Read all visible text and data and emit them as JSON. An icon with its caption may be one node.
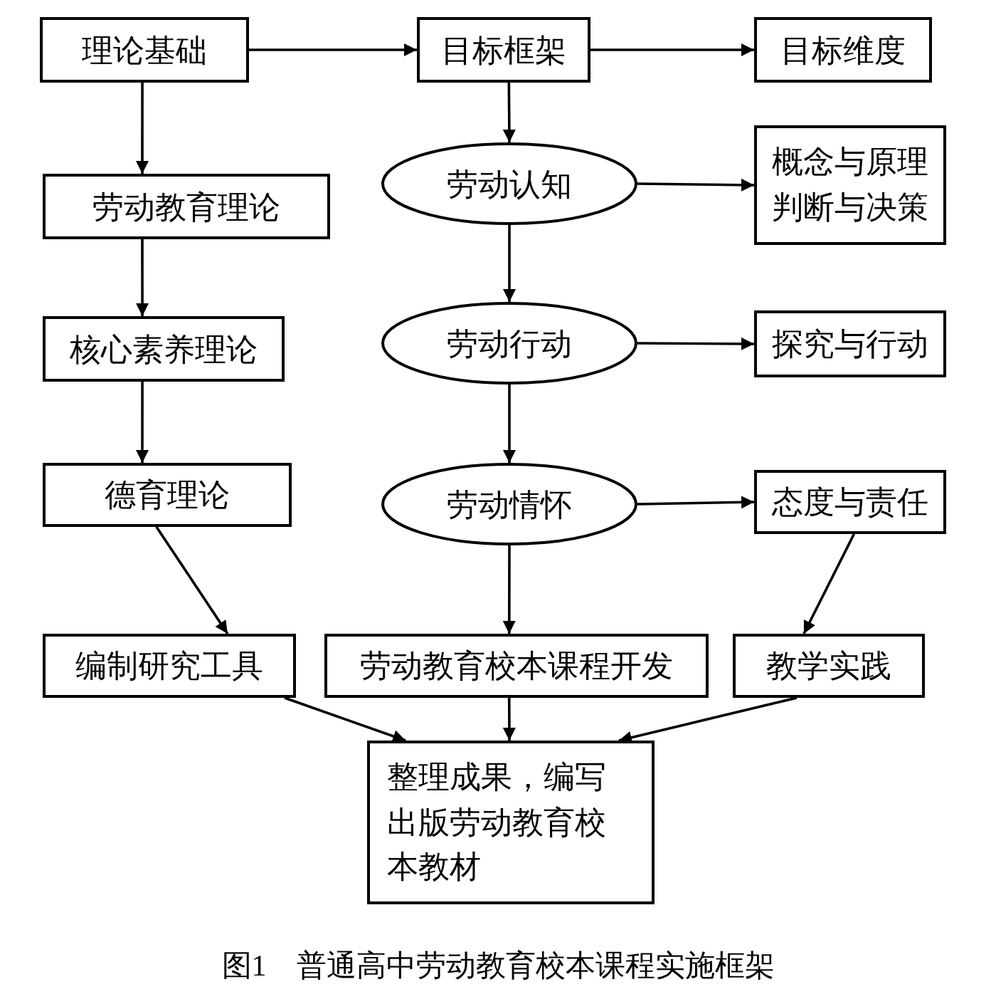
{
  "diagram": {
    "caption": "图1　普通高中劳动教育校本课程实施框架",
    "nodes": [
      {
        "text": [
          "理论基础"
        ]
      },
      {
        "text": [
          "目标框架"
        ]
      },
      {
        "text": [
          "目标维度"
        ]
      },
      {
        "text": [
          "劳动教育理论"
        ]
      },
      {
        "text": [
          "劳动认知"
        ]
      },
      {
        "text": [
          "概念与原理",
          "判断与决策"
        ]
      },
      {
        "text": [
          "核心素养理论"
        ]
      },
      {
        "text": [
          "劳动行动"
        ]
      },
      {
        "text": [
          "探究与行动"
        ]
      },
      {
        "text": [
          "德育理论"
        ]
      },
      {
        "text": [
          "劳动情怀"
        ]
      },
      {
        "text": [
          "态度与责任"
        ]
      },
      {
        "text": [
          "编制研究工具"
        ]
      },
      {
        "text": [
          "劳动教育校本课程开发"
        ]
      },
      {
        "text": [
          "教学实践"
        ]
      },
      {
        "text": [
          "整理成果，编写出版劳动教育校本教材"
        ]
      }
    ],
    "edges": [
      {
        "from": 0,
        "to": 1,
        "arrow": "to"
      },
      {
        "from": 1,
        "to": 2,
        "arrow": "to"
      },
      {
        "from": 0,
        "to": 3,
        "arrow": "to"
      },
      {
        "from": 1,
        "to": 4,
        "arrow": "to"
      },
      {
        "from": 4,
        "to": 5,
        "arrow": "to"
      },
      {
        "from": 4,
        "to": 7,
        "arrow": "to"
      },
      {
        "from": 3,
        "to": 6,
        "arrow": "to"
      },
      {
        "from": 7,
        "to": 8,
        "arrow": "to"
      },
      {
        "from": 6,
        "to": 9,
        "arrow": "to"
      },
      {
        "from": 7,
        "to": 10,
        "arrow": "to"
      },
      {
        "from": 10,
        "to": 11,
        "arrow": "to"
      },
      {
        "from": 9,
        "to": 12,
        "arrow": "to"
      },
      {
        "from": 10,
        "to": 13,
        "arrow": "to"
      },
      {
        "from": 11,
        "to": 14,
        "arrow": "to"
      },
      {
        "from": 12,
        "to": 15,
        "arrow": "to"
      },
      {
        "from": 13,
        "to": 15,
        "arrow": "to"
      },
      {
        "from": 14,
        "to": 15,
        "arrow": "to"
      }
    ]
  }
}
